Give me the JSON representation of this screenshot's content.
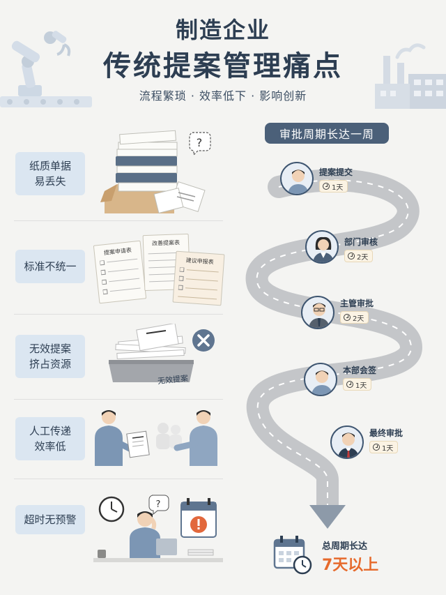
{
  "header": {
    "title_line1": "制造企业",
    "title_line2": "传统提案管理痛点",
    "subtitle": "流程繁琐 · 效率低下 · 影响创新"
  },
  "pain_points": [
    {
      "label": "纸质单据易丢失",
      "label_line1": "纸质单据",
      "label_line2": "易丢失"
    },
    {
      "label": "标准不统一",
      "forms": [
        "提案申请表",
        "改善提案表",
        "建议申报表"
      ]
    },
    {
      "label": "无效提案挤占资源",
      "label_line1": "无效提案",
      "label_line2": "挤占资源",
      "tray_label": "无效提案"
    },
    {
      "label": "人工传递效率低",
      "label_line1": "人工传递",
      "label_line2": "效率低"
    },
    {
      "label": "超时无预警"
    }
  ],
  "approval": {
    "heading": "审批周期长达一周",
    "steps": [
      {
        "name": "提案提交",
        "duration": "1天"
      },
      {
        "name": "部门审核",
        "duration": "2天"
      },
      {
        "name": "主管审批",
        "duration": "2天"
      },
      {
        "name": "本部会签",
        "duration": "1天"
      },
      {
        "name": "最终审批",
        "duration": "1天"
      }
    ],
    "total_label": "总周期长达",
    "total_value": "7天以上"
  },
  "colors": {
    "navy": "#2d3e52",
    "label_bg": "#dbe6f1",
    "pill_bg": "#4b6079",
    "road": "#c4c6c9",
    "accent_orange": "#e66a2c",
    "alert_red": "#e2683c"
  },
  "icons": [
    "robot-arm-icon",
    "factory-icon",
    "question-icon",
    "x-circle-icon",
    "clock-icon",
    "calendar-icon",
    "alert-icon"
  ]
}
